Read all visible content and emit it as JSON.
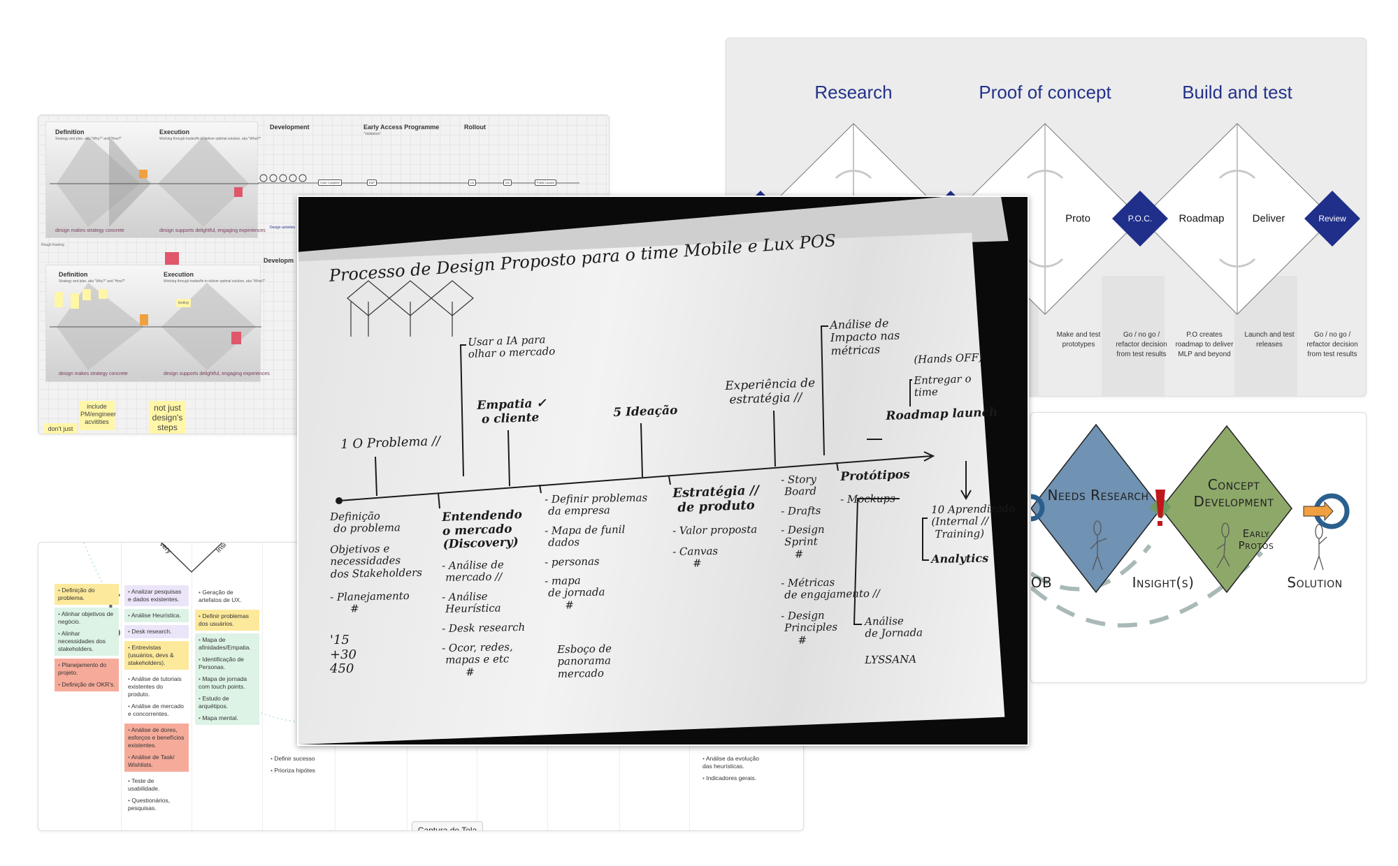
{
  "colors": {
    "navy": "#1f2f8a",
    "needs_blue": "#7092b3",
    "concept_green": "#8ea86a",
    "alert_red": "#c0171c",
    "arrow_orange": "#f0a040",
    "yellow": "#fde99b",
    "green": "#dcf3e6",
    "red": "#f6ab9a",
    "purple": "#ece4f8",
    "plain": "#ffffff"
  },
  "framework_board": {
    "panel1": {
      "definition_title": "Definition",
      "definition_sub": "Strategy and plan, aka \"Why?\" and \"How?\"",
      "execution_title": "Execution",
      "execution_sub": "Working through tradeoffs to deliver optimal solution, aka \"What?\"",
      "footer_left": "design makes strategy concrete",
      "footer_right": "design supports delightful, engaging experiences"
    },
    "stages": {
      "development": "Development",
      "eap": "Early Access Programme",
      "eap_sub": "\"Validation\"",
      "rollout": "Rollout"
    },
    "milestones": [
      "Code Complete",
      "EAP",
      "LA",
      "GA",
      "Public Launch"
    ],
    "design_activities": "Design activities",
    "rough_framing": "Rough framing",
    "panel2": {
      "definition_title": "Definition",
      "definition_sub": "Strategy and plan, aka \"Why?\" and \"How?\"",
      "execution_title": "Execution",
      "execution_sub": "Working through tradeoffs to deliver optimal solution, aka \"What?\"",
      "development": "Developm",
      "testing": "testing",
      "footer_left": "design makes strategy concrete",
      "footer_right": "design supports delightful, engaging experiences"
    },
    "stickies": [
      "don't just",
      "include PM/engineer acvitities",
      "not just design's steps"
    ]
  },
  "process_board": {
    "phases": [
      "Research",
      "Proof of concept",
      "Build and test"
    ],
    "diamond_labels": [
      "Proto",
      "Roadmap",
      "Deliver"
    ],
    "gates": [
      "P.O.C.",
      "Review"
    ],
    "descriptions": [
      "Make and test prototypes",
      "Go / no go / refactor decision from test results",
      "P.O creates roadmap to deliver MLP and beyond",
      "Launch and test releases",
      "Go / no go / refactor decision from test results"
    ]
  },
  "double_diamond": {
    "needs": "Needs Research",
    "concept": "Concept Development",
    "early": "Early Protos",
    "job": "OB",
    "insights": "Insight(s)",
    "solution": "Solution"
  },
  "discovery_board": {
    "phase_labels": [
      "very",
      "Insi"
    ],
    "columns": [
      {
        "notes": [
          {
            "kind": "yellow",
            "items": [
              "Definição do problema."
            ]
          },
          {
            "kind": "green",
            "items": [
              "Alinhar objetivos de negócio.",
              "Alinhar necessidades dos stakeholders."
            ]
          },
          {
            "kind": "red",
            "items": [
              "Planejamento do projeto.",
              "Definição de OKR's."
            ]
          }
        ]
      },
      {
        "notes": [
          {
            "kind": "purple",
            "items": [
              "Analizar pesquisas e dados existentes."
            ]
          },
          {
            "kind": "green",
            "items": [
              "Análise Heurística."
            ]
          },
          {
            "kind": "purple",
            "items": [
              "Desk research."
            ]
          },
          {
            "kind": "yellow",
            "items": [
              "Entrevistas (usuários, devs & stakeholders)."
            ]
          },
          {
            "kind": "plain",
            "items": [
              "Análise de tutoriais existentes do produto.",
              "Análise de mercado e concorrentes."
            ]
          },
          {
            "kind": "red",
            "items": [
              "Análise de dores, esforços e benefícios existentes.",
              "Análise de Task/ Wishlists."
            ]
          },
          {
            "kind": "plain",
            "items": [
              "Teste de usabilidade.",
              "Questionários, pesquisas."
            ]
          }
        ]
      },
      {
        "notes": [
          {
            "kind": "plain",
            "items": [
              "Geração de artefatos de UX."
            ]
          },
          {
            "kind": "yellow",
            "items": [
              "Definir problemas dos usuários."
            ]
          },
          {
            "kind": "green",
            "items": [
              "Mapa de afinidades/Empatia.",
              "Identificação de Personas.",
              "Mapa de jornada com touch points.",
              "Estudo de arquétipos.",
              "Mapa mental."
            ]
          }
        ]
      },
      {
        "notes": [
          {
            "kind": "plain",
            "items": [
              "Definir sucesso",
              "Prioriza hipótes"
            ]
          }
        ]
      },
      {
        "notes": [
          {
            "kind": "plain",
            "items": [
              "Análise da evolução das heurísticas.",
              "Indicadores gerais."
            ]
          }
        ]
      }
    ],
    "capture_label": "Captura de Tela"
  },
  "photo": {
    "notes": [
      "Processo de Design Proposto para o time Mobile e Lux POS",
      "Usar a IA para\nolhar o mercado",
      "1 O Problema //",
      "Empatia ✓\n o cliente",
      "5 Ideação",
      "Experiência de\n estratégia //",
      "Análise de\nImpacto nas\nmétricas",
      "(Hands OFF)",
      "Entregar o\ntime",
      "Roadmap launch",
      "Definição\n do problema",
      "Objetivos e\nnecessidades\ndos Stakeholders",
      "- Planejamento\n      #",
      "'15\n+30\n450",
      "Entendendo\no mercado\n(Discovery)",
      "- Análise de\n mercado //",
      "- Análise\n Heurística",
      "- Desk research",
      "- Ocor, redes,\n mapas e etc\n       #",
      "- Definir problemas\n da empresa",
      "- Mapa de funil\n dados",
      "- personas",
      "- mapa\n de jornada\n      #",
      "Estratégia //\n de produto",
      "- Valor proposta",
      "- Canvas\n      #",
      "Esboço de\npanorama\nmercado",
      "- Story\n Board",
      "- Drafts",
      "- Design\n Sprint\n    #",
      "Protótipos",
      "- Mockups",
      "- Métricas\n de engajamento //",
      "- Design\n Principles\n     #",
      "Análise\nde Jornada",
      "LYSSANA",
      "10 Aprendizado\n(Internal //\n Training)",
      "Analytics"
    ]
  }
}
